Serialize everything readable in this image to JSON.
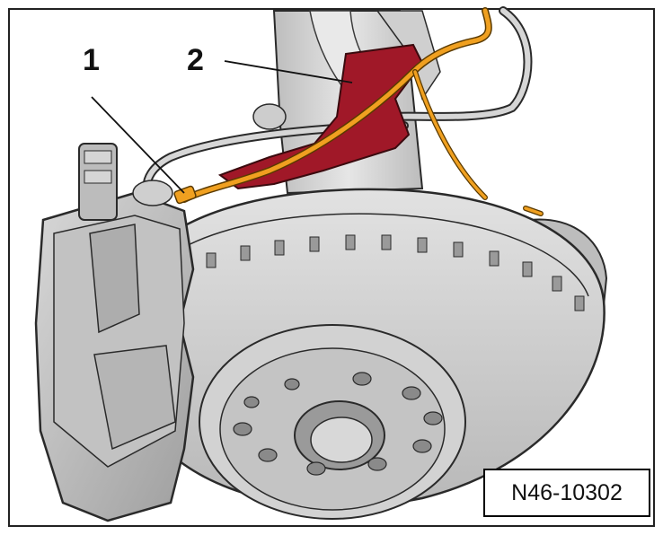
{
  "callouts": [
    {
      "number": "1",
      "label_of": "brake-pad-wear-sensor-connector"
    },
    {
      "number": "2",
      "label_of": "wear-sensor-cable-bracket"
    }
  ],
  "figure_id": "N46-10302",
  "colors": {
    "component_gray": "#c9c9c9",
    "outline": "#2a2a2a",
    "sensor_cable": "#f0a020",
    "bracket_highlight": "#a01828",
    "background": "#ffffff"
  }
}
